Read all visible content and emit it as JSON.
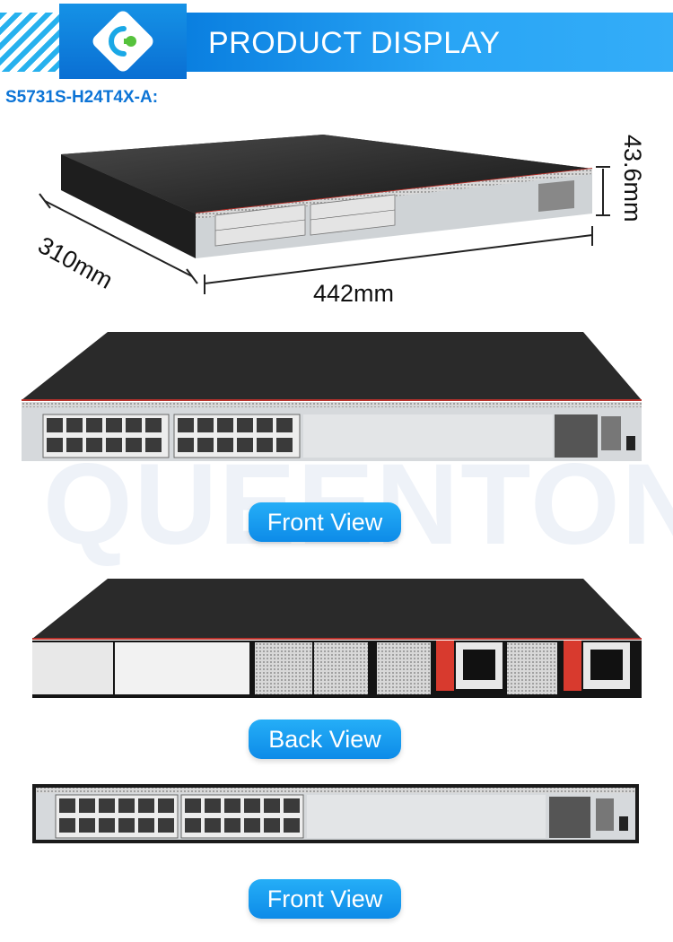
{
  "header": {
    "title": "PRODUCT DISPLAY",
    "logo_icon": "link-logo-icon",
    "brand_color": "#1b9df0"
  },
  "model": "S5731S-H24T4X-A:",
  "dimensions": {
    "depth": "310mm",
    "width": "442mm",
    "height": "43.6mm"
  },
  "watermark": "QUEENTON",
  "views": {
    "front_1": "Front View",
    "back": "Back View",
    "front_2": "Front View"
  }
}
